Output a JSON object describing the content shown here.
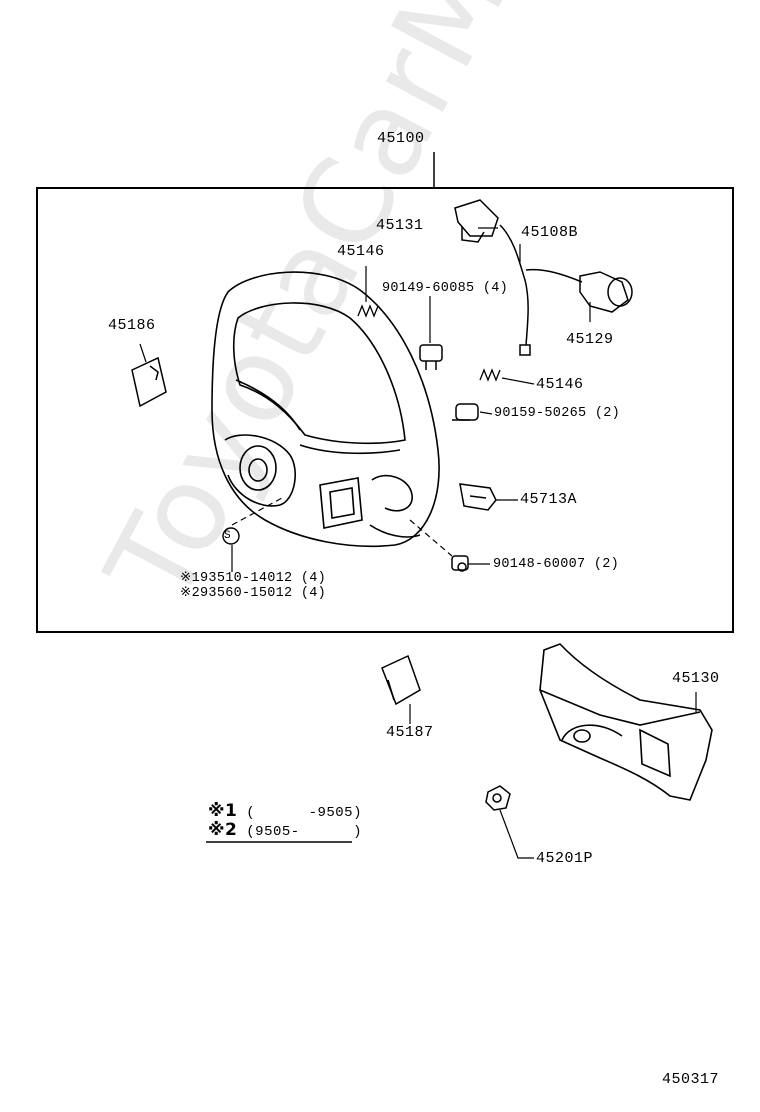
{
  "watermark": "ToyotaCarMine.ru",
  "labels": {
    "p45100": "45100",
    "p45131": "45131",
    "p45108B": "45108B",
    "p45146_top": "45146",
    "p90149": "90149-60085 (4)",
    "p45186": "45186",
    "p45129": "45129",
    "p45146_mid": "45146",
    "p90159": "90159-50265 (2)",
    "p45713A": "45713A",
    "p90148": "90148-60007 (2)",
    "p193510": "※193510-14012 (4)",
    "p293560": "※293560-15012 (4)",
    "p45130": "45130",
    "p45187": "45187",
    "p45201P": "45201P",
    "s_mark": "S"
  },
  "legend": {
    "row1_mark": "※1",
    "row1_text": "(      -9505)",
    "row2_mark": "※2",
    "row2_text": "(9505-      )"
  },
  "figure_id": "450317"
}
